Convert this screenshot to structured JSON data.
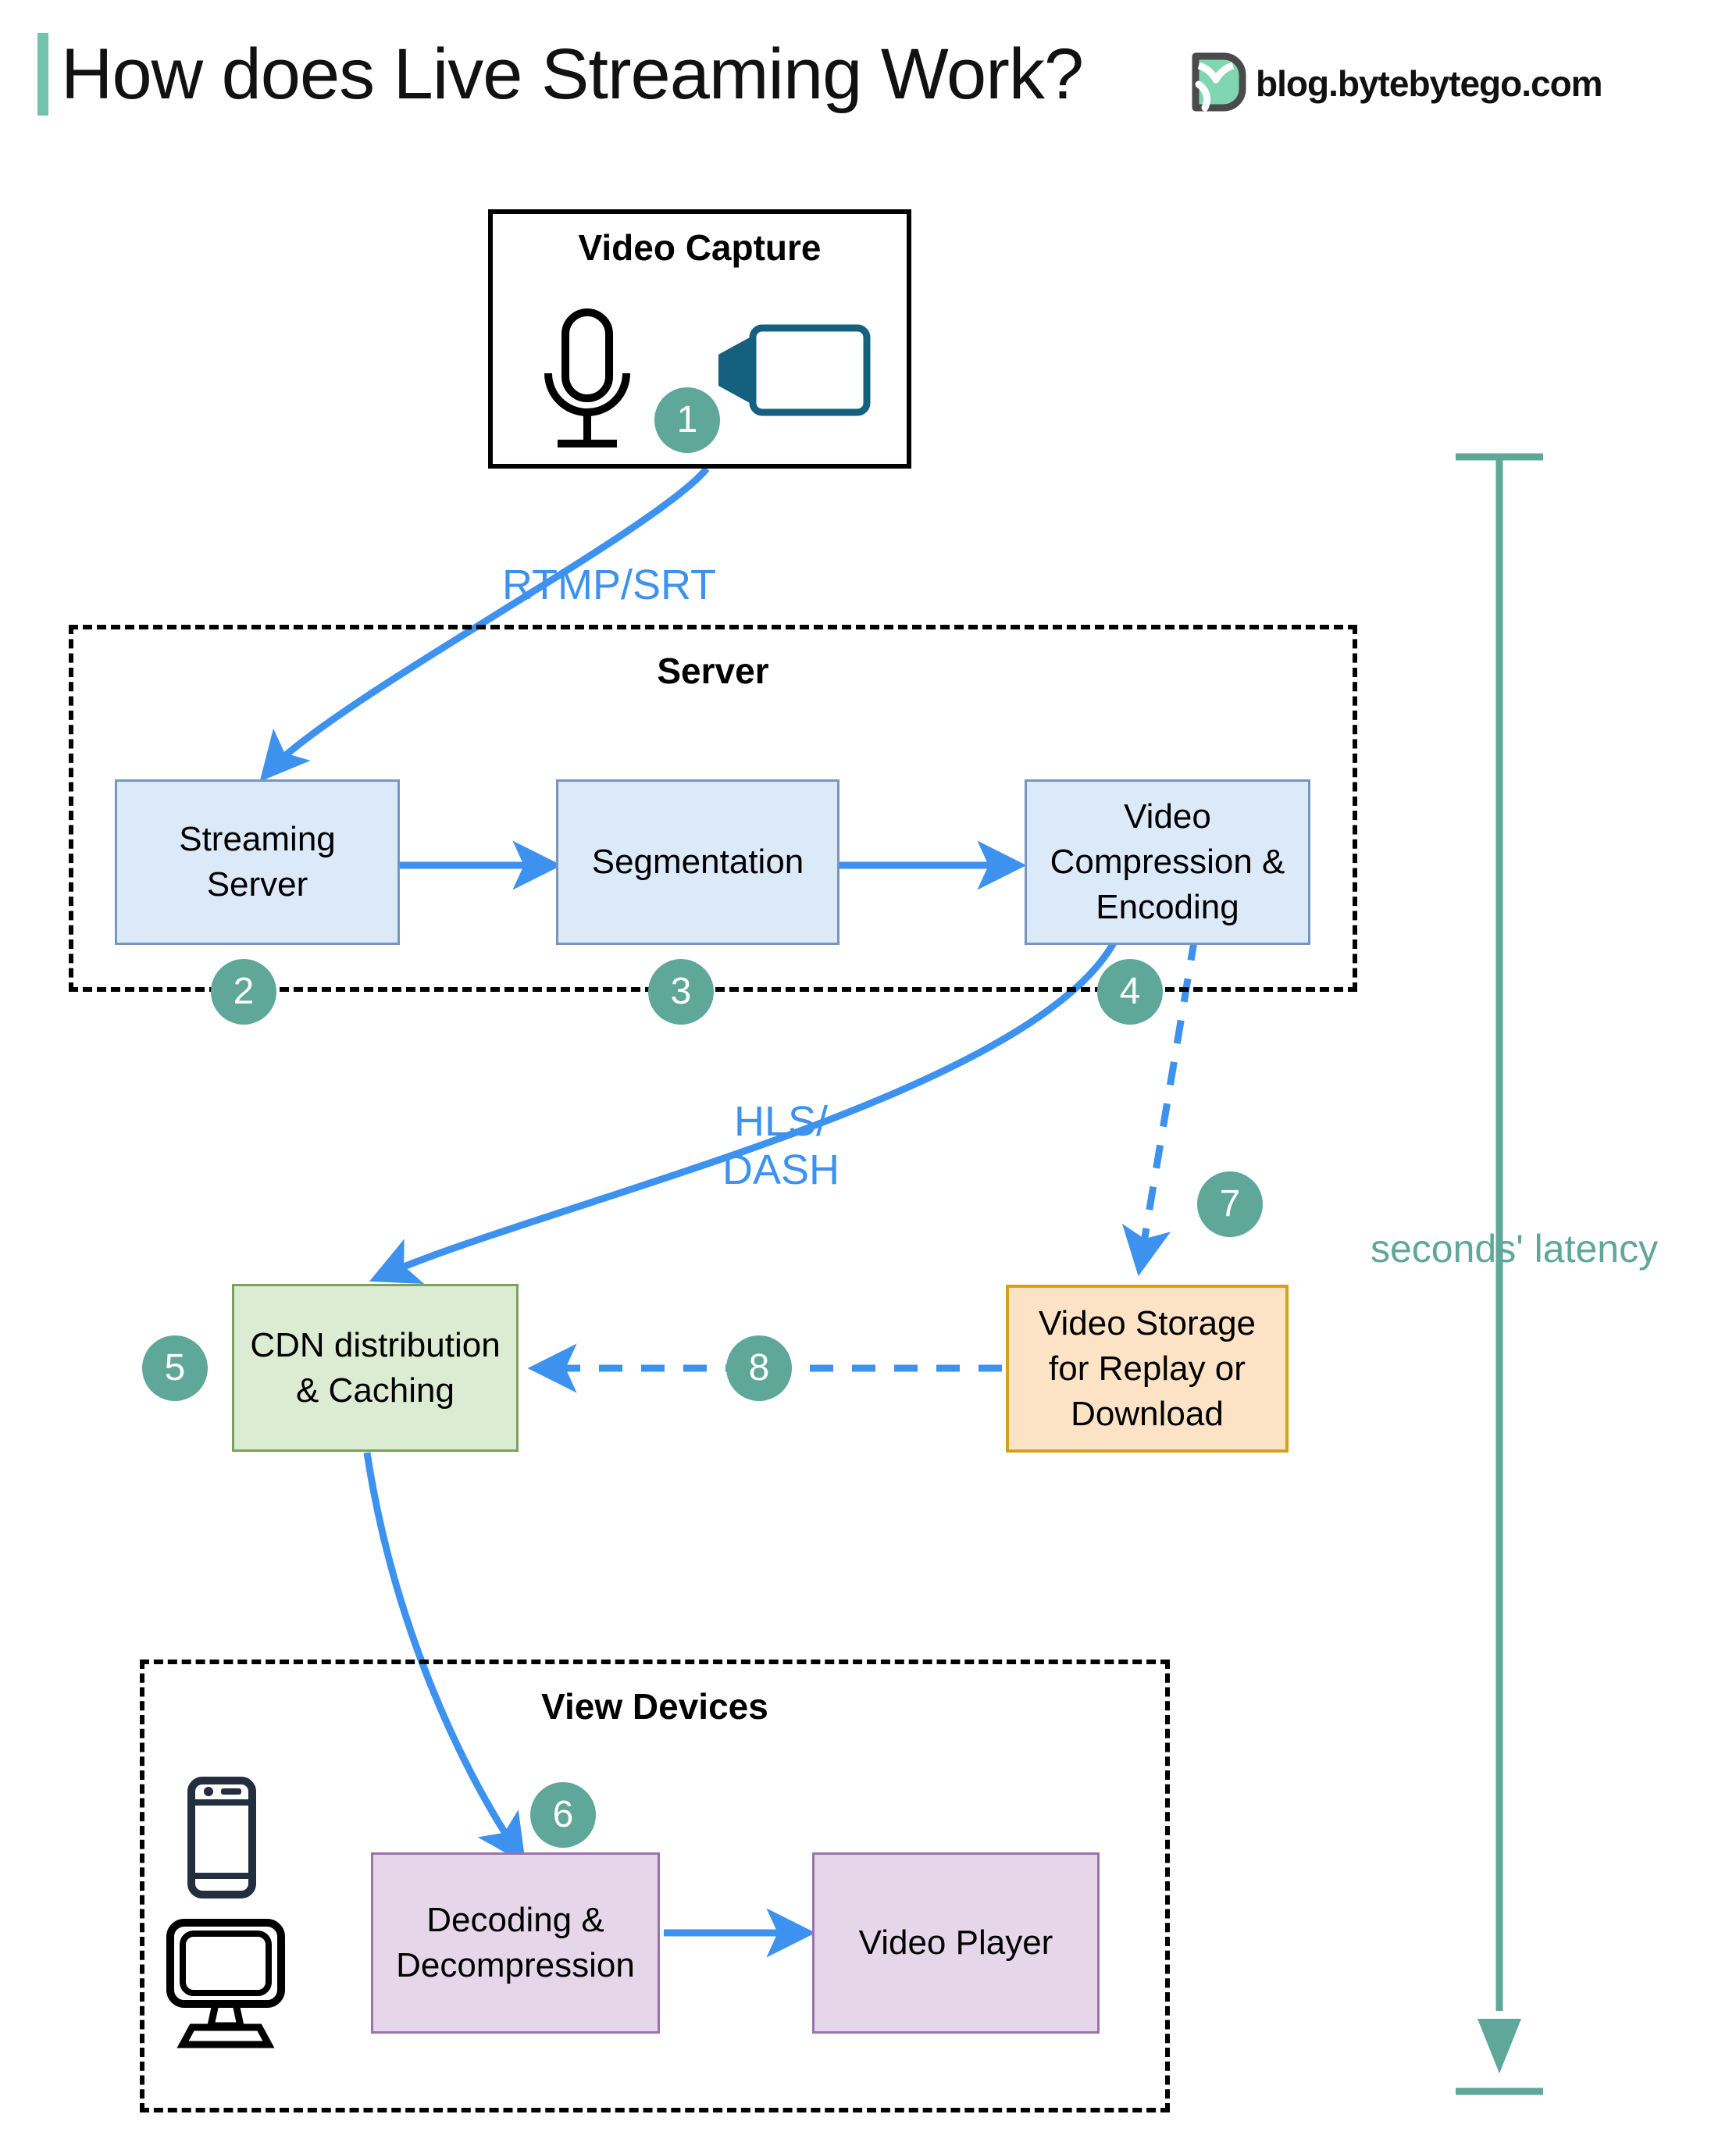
{
  "header": {
    "title": "How does Live Streaming Work?",
    "brand": "blog.bytebytego.com",
    "accent_color": "#72c3ab",
    "logo_name": "bytebytego-logo"
  },
  "groups": [
    {
      "id": "video-capture",
      "title": "Video Capture",
      "style": "solid"
    },
    {
      "id": "server",
      "title": "Server",
      "style": "dashed"
    },
    {
      "id": "view-devices",
      "title": "View Devices",
      "style": "dashed"
    }
  ],
  "nodes": [
    {
      "id": "streaming-server",
      "label": "Streaming\nServer",
      "color": "#dce9f9",
      "border": "#7795bd"
    },
    {
      "id": "segmentation",
      "label": "Segmentation",
      "color": "#dce9f9",
      "border": "#7795bd"
    },
    {
      "id": "video-compression",
      "label": "Video\nCompression &\nEncoding",
      "color": "#dce9f9",
      "border": "#7795bd"
    },
    {
      "id": "cdn",
      "label": "CDN distribution\n& Caching",
      "color": "#dcecd2",
      "border": "#7ba05b"
    },
    {
      "id": "video-storage",
      "label": "Video Storage\nfor Replay or\nDownload",
      "color": "#fde3c6",
      "border": "#d6a01a"
    },
    {
      "id": "decoding",
      "label": "Decoding &\nDecompression",
      "color": "#e6d6ea",
      "border": "#9b72ad"
    },
    {
      "id": "video-player",
      "label": "Video Player",
      "color": "#e6d6ea",
      "border": "#9b72ad"
    }
  ],
  "badges": [
    {
      "n": "1"
    },
    {
      "n": "2"
    },
    {
      "n": "3"
    },
    {
      "n": "4"
    },
    {
      "n": "5"
    },
    {
      "n": "6"
    },
    {
      "n": "7"
    },
    {
      "n": "8"
    }
  ],
  "badge_color": "#5fa798",
  "edge_color": "#3d92f0",
  "flow_labels": [
    {
      "id": "rtmp-srt",
      "text": "RTMP/SRT"
    },
    {
      "id": "hls-dash",
      "text": "HLS/\nDASH"
    }
  ],
  "latency": {
    "label": "seconds' latency",
    "color": "#5fa798"
  },
  "icons": [
    {
      "id": "microphone-icon"
    },
    {
      "id": "video-camera-icon"
    },
    {
      "id": "smartphone-icon"
    },
    {
      "id": "desktop-monitor-icon"
    }
  ]
}
